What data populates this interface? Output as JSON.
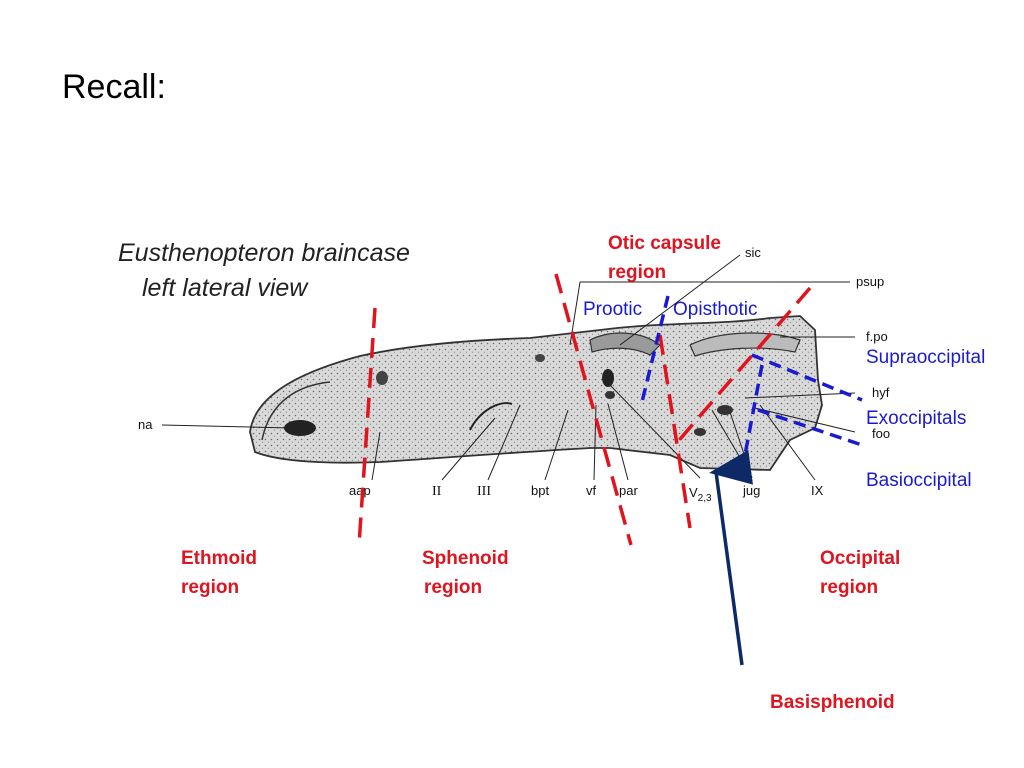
{
  "slide": {
    "title": "Recall:"
  },
  "figure": {
    "title_line1": "Eusthenopteron braincase",
    "title_line2": "left lateral view",
    "labels": {
      "na": "na",
      "aap": "aap",
      "II": "II",
      "III": "III",
      "bpt": "bpt",
      "vf": "vf",
      "par": "par",
      "V": "V",
      "V_sub": "2,3",
      "jug": "jug",
      "IX": "IX",
      "sic": "sic",
      "psup": "psup",
      "fpo": "f.po",
      "hyf": "hyf",
      "foo": "foo"
    }
  },
  "regions": {
    "ethmoid": {
      "line1": "Ethmoid",
      "line2": "region"
    },
    "sphenoid": {
      "line1": "Sphenoid",
      "line2": "region"
    },
    "otic": {
      "line1": "Otic capsule",
      "line2": "region"
    },
    "occipital": {
      "line1": "Occipital",
      "line2": "region"
    },
    "basisphenoid": "Basisphenoid"
  },
  "bones": {
    "prootic": "Prootic",
    "opisthotic": "Opisthotic",
    "supraoccipital": "Supraoccipital",
    "exoccipitals": "Exoccipitals",
    "basioccipital": "Basioccipital"
  },
  "colors": {
    "region_red": "#e0141e",
    "bone_blue": "#1a1ad0",
    "arrow_navy": "#0d2a66"
  }
}
